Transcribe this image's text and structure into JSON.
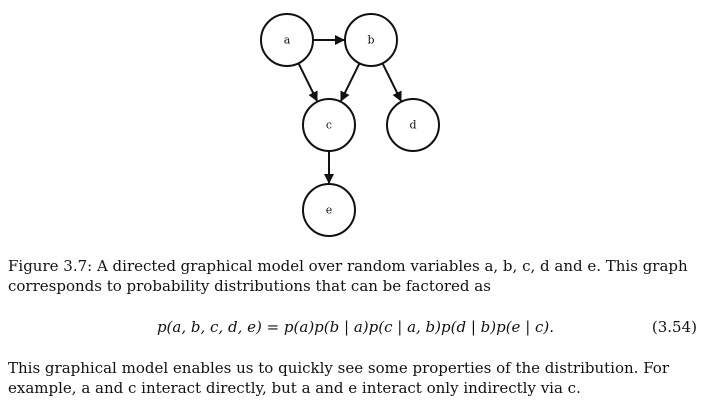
{
  "graph": {
    "nodes": [
      {
        "id": "a",
        "label": "a"
      },
      {
        "id": "b",
        "label": "b"
      },
      {
        "id": "c",
        "label": "c"
      },
      {
        "id": "d",
        "label": "d"
      },
      {
        "id": "e",
        "label": "e"
      }
    ],
    "edges": [
      {
        "from": "a",
        "to": "b"
      },
      {
        "from": "a",
        "to": "c"
      },
      {
        "from": "b",
        "to": "c"
      },
      {
        "from": "b",
        "to": "d"
      },
      {
        "from": "c",
        "to": "e"
      }
    ]
  },
  "caption": "Figure 3.7: A directed graphical model over random variables a, b, c, d and e. This graph corresponds to probability distributions that can be factored as",
  "equation": "p(a, b, c, d, e) = p(a)p(b | a)p(c | a, b)p(d | b)p(e | c).",
  "equation_number": "(3.54)",
  "body_text": "This graphical model enables us to quickly see some properties of the distribution. For example, a and c interact directly, but a and e interact only indirectly via c."
}
